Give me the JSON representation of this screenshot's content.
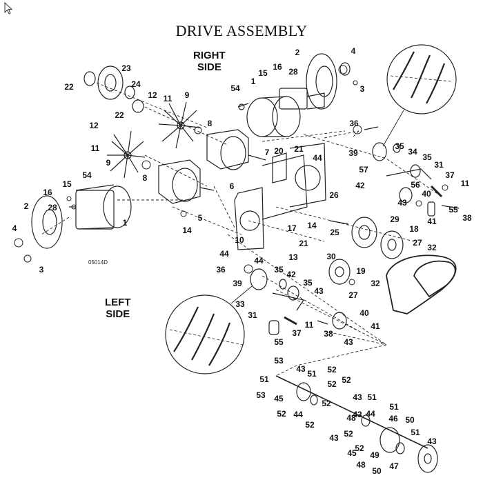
{
  "title": "DRIVE ASSEMBLY",
  "right_side": [
    "RIGHT",
    "SIDE"
  ],
  "left_side": [
    "LEFT",
    "SIDE"
  ],
  "reference_code": "05014D",
  "icons": {
    "cursor": "mouse-pointer-icon"
  },
  "part_labels": [
    "2",
    "4",
    "3",
    "23",
    "22",
    "24",
    "22",
    "15",
    "16",
    "28",
    "54",
    "1",
    "12",
    "11",
    "9",
    "8",
    "12",
    "11",
    "9",
    "8",
    "54",
    "16",
    "15",
    "28",
    "2",
    "1",
    "4",
    "3",
    "7",
    "6",
    "5",
    "14",
    "36",
    "39",
    "35",
    "34",
    "35",
    "31",
    "57",
    "42",
    "56",
    "37",
    "11",
    "40",
    "43",
    "41",
    "55",
    "38",
    "20",
    "21",
    "44",
    "26",
    "29",
    "18",
    "25",
    "27",
    "17",
    "14",
    "10",
    "21",
    "44",
    "44",
    "13",
    "30",
    "32",
    "32",
    "19",
    "27",
    "36",
    "35",
    "39",
    "42",
    "35",
    "43",
    "33",
    "31",
    "37",
    "11",
    "40",
    "41",
    "55",
    "38",
    "43",
    "53",
    "43",
    "52",
    "51",
    "52",
    "51",
    "53",
    "45",
    "52",
    "44",
    "52",
    "43",
    "52",
    "51",
    "43",
    "51",
    "44",
    "52",
    "46",
    "48",
    "43",
    "52",
    "50",
    "51",
    "52",
    "43",
    "45",
    "48",
    "49",
    "50",
    "47"
  ]
}
